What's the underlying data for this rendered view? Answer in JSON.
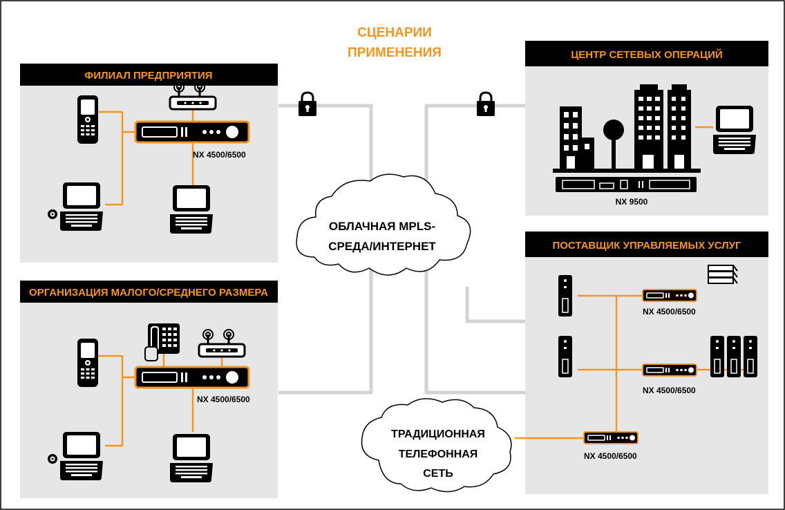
{
  "title_line1": "СЦЕНАРИИ",
  "title_line2": "ПРИМЕНЕНИЯ",
  "branch": {
    "title": "ФИЛИАЛ ПРЕДПРИЯТИЯ",
    "device_label": "NX 4500/6500"
  },
  "smb": {
    "title": "ОРГАНИЗАЦИЯ МАЛОГО/СРЕДНЕГО РАЗМЕРА",
    "device_label": "NX 4500/6500"
  },
  "noc": {
    "title": "ЦЕНТР СЕТЕВЫХ ОПЕРАЦИЙ",
    "device_label": "NX 9500"
  },
  "msp": {
    "title": "ПОСТАВЩИК УПРАВЛЯЕМЫХ УСЛУГ",
    "device1_label": "NX 4500/6500",
    "device2_label": "NX 4500/6500",
    "device3_label": "NX 4500/6500"
  },
  "cloud_mpls": {
    "line1": "ОБЛАЧНАЯ MPLS-",
    "line2": "СРЕДА/ИНТЕРНЕТ"
  },
  "cloud_pstn": {
    "line1": "ТРАДИЦИОННАЯ",
    "line2": "ТЕЛЕФОННАЯ",
    "line3": "СЕТЬ"
  },
  "colors": {
    "accent": "#f7941d",
    "panel": "#e6e6e6",
    "header": "#000000",
    "link": "#d3d3d3"
  }
}
